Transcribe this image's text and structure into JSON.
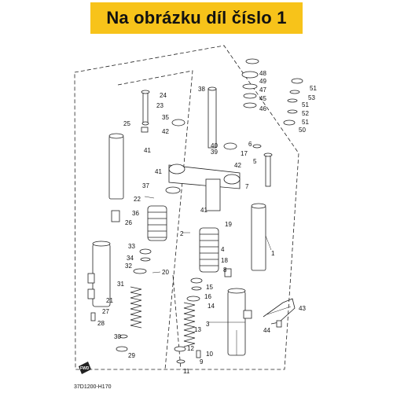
{
  "banner": {
    "text": "Na obrázku díl číslo 1"
  },
  "diagram": {
    "code": "37D1200-H170",
    "fwd_label": "FWD",
    "callouts": [
      "1",
      "2",
      "3",
      "4",
      "5",
      "6",
      "7",
      "8",
      "9",
      "10",
      "11",
      "12",
      "13",
      "14",
      "15",
      "16",
      "17",
      "18",
      "19",
      "20",
      "21",
      "22",
      "23",
      "24",
      "25",
      "26",
      "27",
      "28",
      "29",
      "30",
      "31",
      "32",
      "33",
      "34",
      "35",
      "36",
      "37",
      "38",
      "39",
      "40",
      "41",
      "41",
      "41",
      "42",
      "42",
      "43",
      "44",
      "45",
      "46",
      "47",
      "48",
      "49",
      "50",
      "51",
      "51",
      "51",
      "52",
      "53"
    ]
  }
}
